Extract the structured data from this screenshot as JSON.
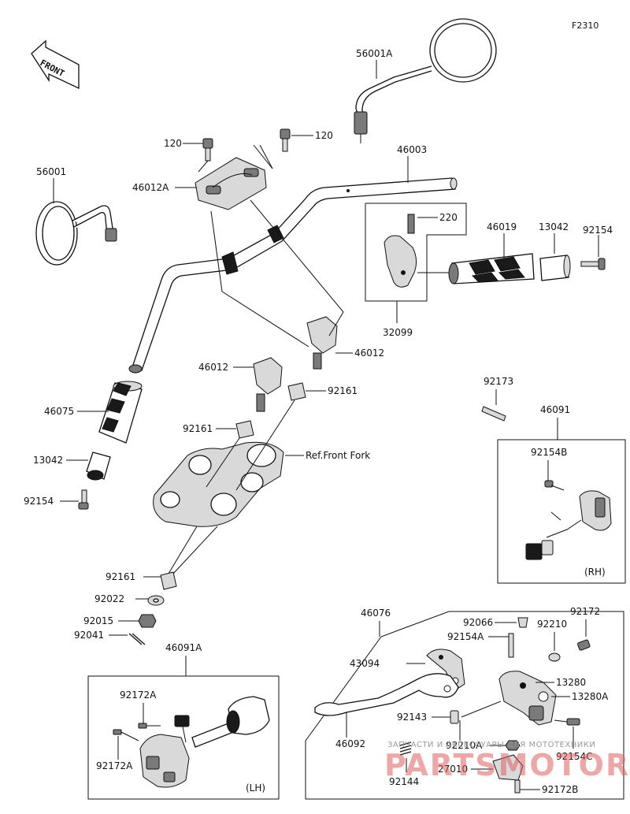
{
  "figure_code": "F2310",
  "front_label": "FRONT",
  "ref_label": "Ref.Front Fork",
  "labels": {
    "p56001A": "56001A",
    "p120a": "120",
    "p120b": "120",
    "p46003": "46003",
    "p46012A": "46012A",
    "p56001": "56001",
    "p220": "220",
    "p46019": "46019",
    "p13042a": "13042",
    "p92154a": "92154",
    "p32099": "32099",
    "p46012a": "46012",
    "p46012b": "46012",
    "p92161a": "92161",
    "p46075": "46075",
    "p92161b": "92161",
    "p13042b": "13042",
    "p92154b": "92154",
    "p92173": "92173",
    "p46091": "46091",
    "p92154B": "92154B",
    "rh": "(RH)",
    "p92161c": "92161",
    "p92022": "92022",
    "p92015": "92015",
    "p92041": "92041",
    "p46091A": "46091A",
    "p92172Aa": "92172A",
    "p92172Ab": "92172A",
    "lh": "(LH)",
    "p46076": "46076",
    "p92066": "92066",
    "p92172": "92172",
    "p92154A": "92154A",
    "p92210": "92210",
    "p43094": "43094",
    "p13280": "13280",
    "p13280A": "13280A",
    "p92143": "92143",
    "p46092": "46092",
    "p92210A": "92210A",
    "p92154C": "92154C",
    "p92144": "92144",
    "p27010": "27010",
    "p92172B": "92172B"
  },
  "watermark": {
    "line1": "ЗАПЧАСТИ И АКСЕССУАРЫ ДЛЯ МОТОТЕХНИКИ",
    "line2": "PARTSMOTOR.RU"
  }
}
